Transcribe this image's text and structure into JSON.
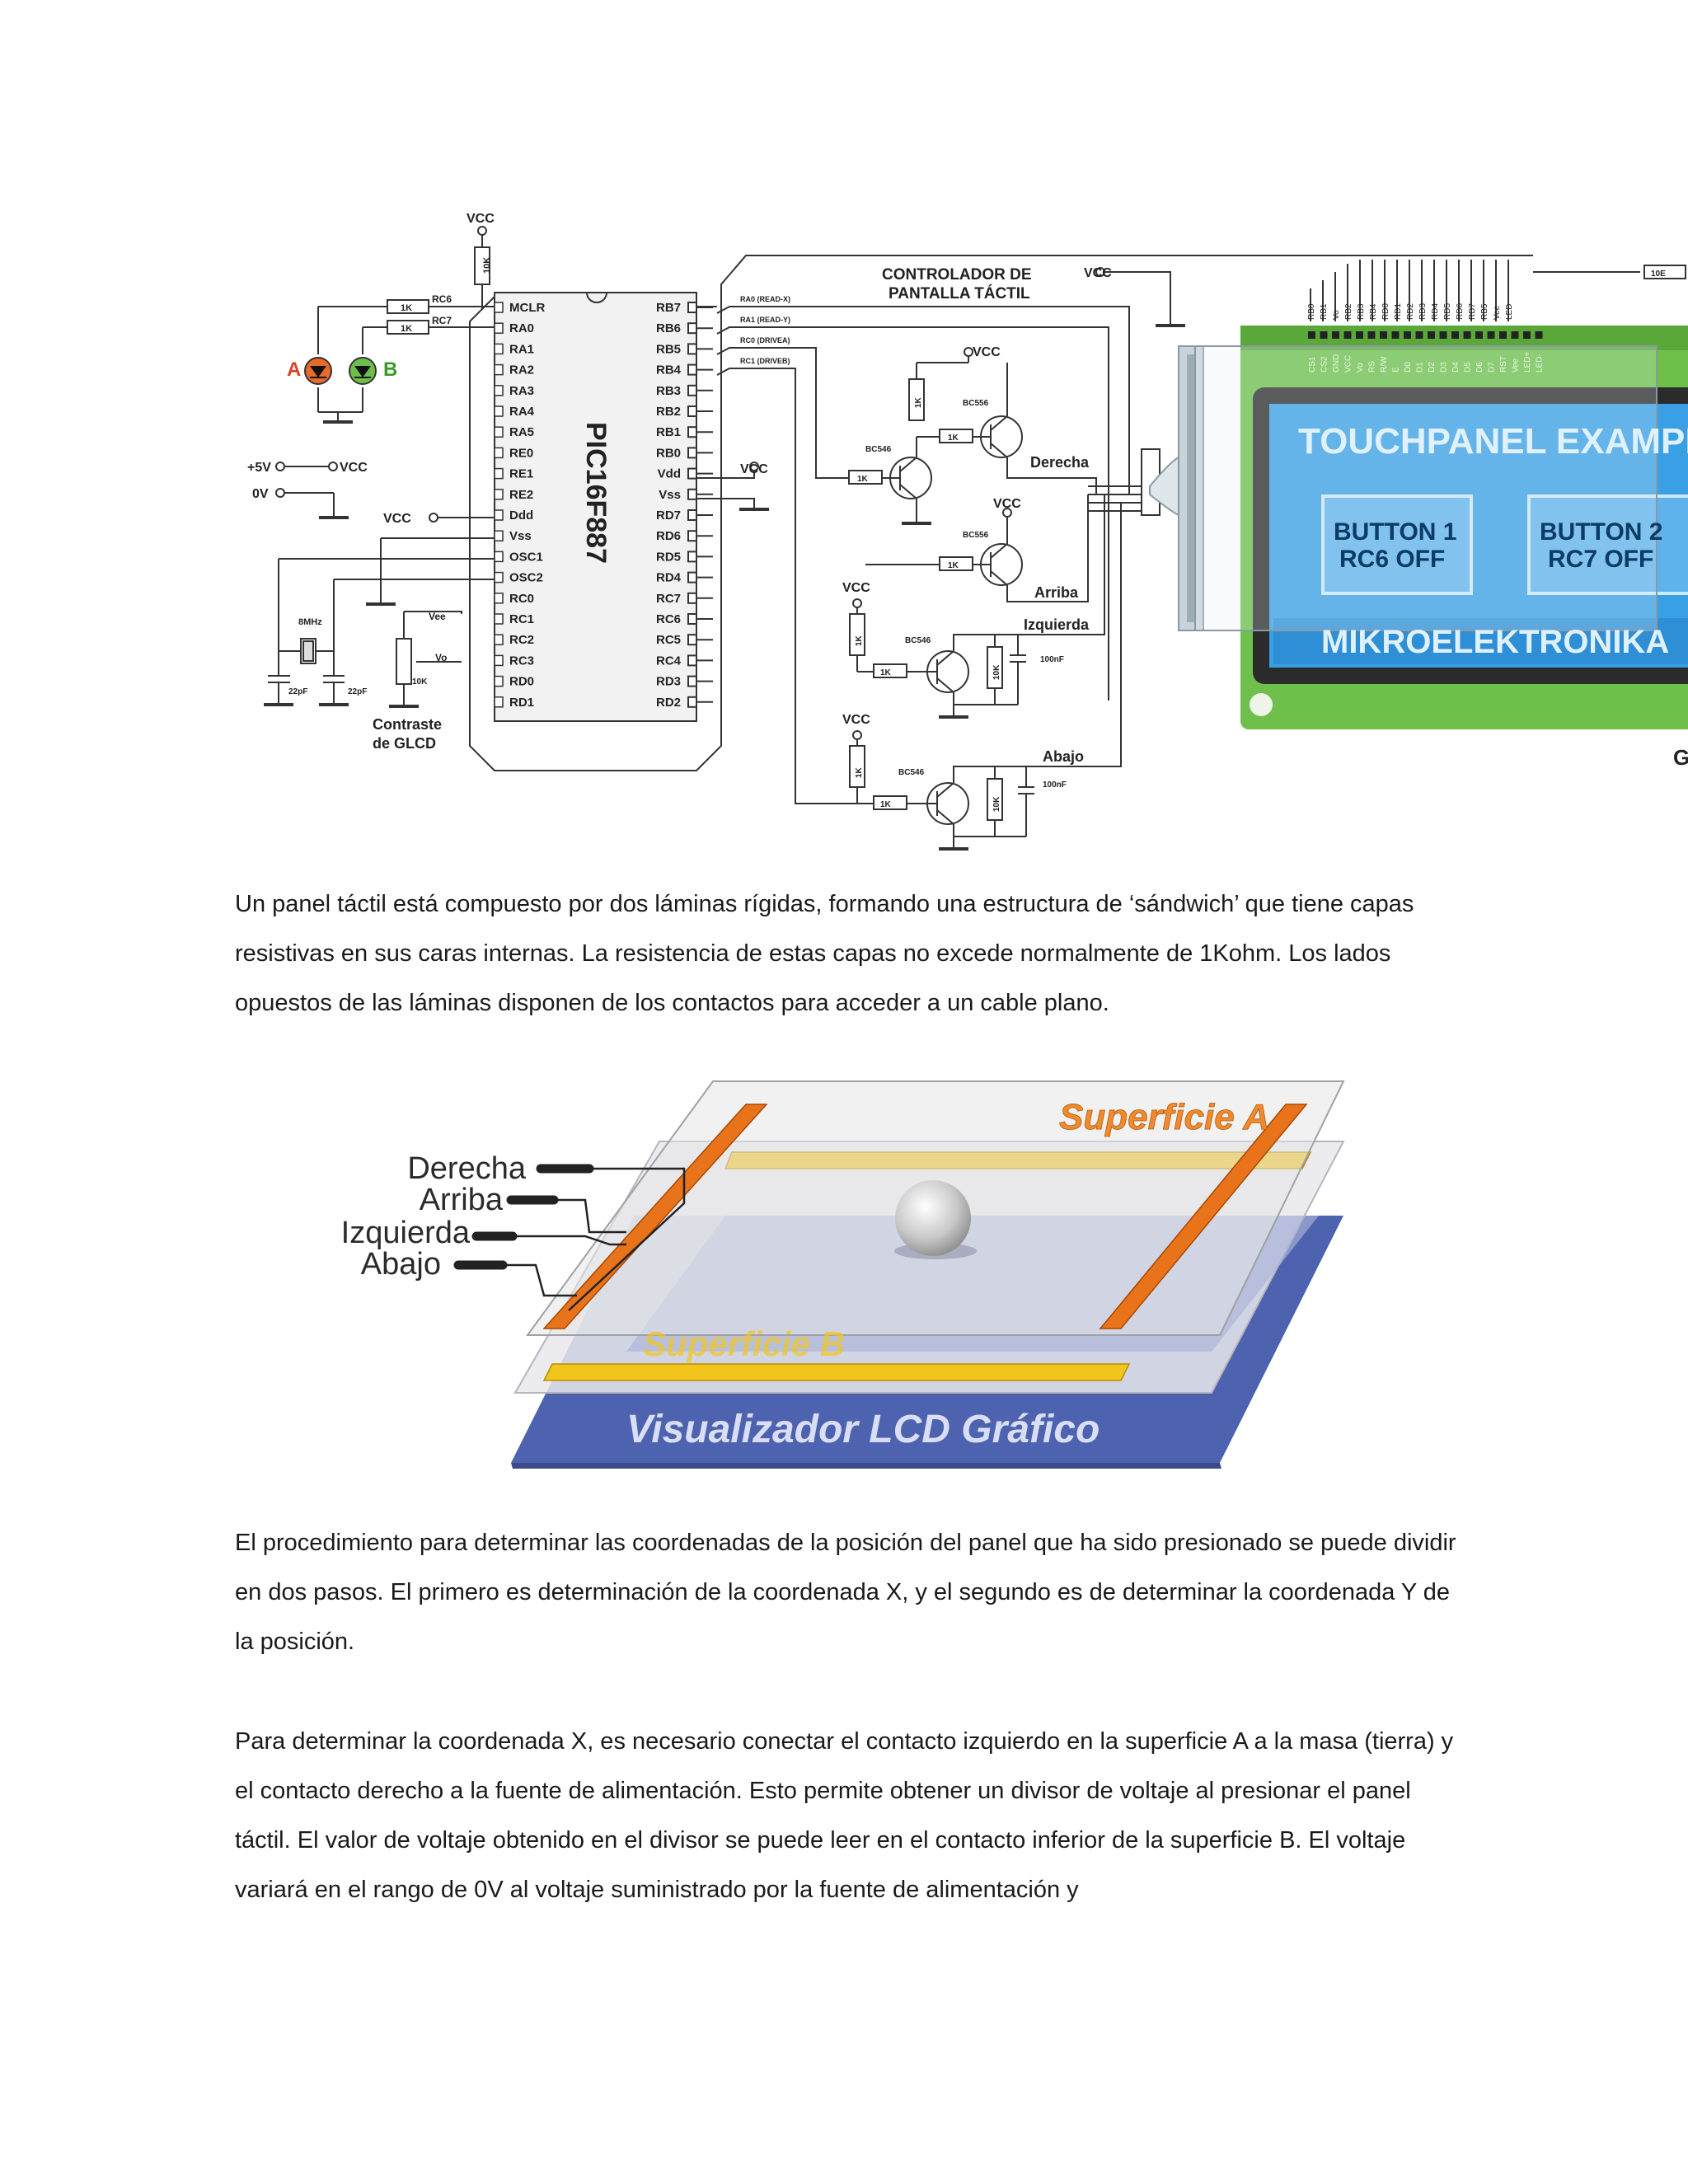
{
  "schematic": {
    "vcc": "VCC",
    "mcu": "PIC16F887",
    "left_pins": [
      "MCLR",
      "RA0",
      "RA1",
      "RA2",
      "RA3",
      "RA4",
      "RA5",
      "RE0",
      "RE1",
      "RE2",
      "Ddd",
      "Vss",
      "OSC1",
      "OSC2",
      "RC0",
      "RC1",
      "RC2",
      "RC3",
      "RD0",
      "RD1"
    ],
    "right_pins": [
      "RB7",
      "RB6",
      "RB5",
      "RB4",
      "RB3",
      "RB2",
      "RB1",
      "RB0",
      "Vdd",
      "Vss",
      "RD7",
      "RD6",
      "RD5",
      "RD4",
      "RC7",
      "RC6",
      "RC5",
      "RC4",
      "RD3",
      "RD2"
    ],
    "led_a": "A",
    "led_b": "B",
    "res_1k": "1K",
    "res_10k": "10K",
    "rc6": "RC6",
    "rc7": "RC7",
    "plus5v": "+5V",
    "zero_v": "0V",
    "crystal": "8MHz",
    "cap_22pf": "22pF",
    "vee": "Vee",
    "vo": "Vo",
    "contrast_line1": "Contraste",
    "contrast_line2": "de GLCD",
    "controller_line1": "CONTROLADOR DE",
    "controller_line2": "PANTALLA TÁCTIL",
    "sig_ra0": "RA0 (READ-X)",
    "sig_ra1": "RA1 (READ-Y)",
    "sig_rc0": "RC0 (DRIVEA)",
    "sig_rc1": "RC1 (DRIVEB)",
    "bc546": "BC546",
    "bc556": "BC556",
    "res_10k_v": "10K",
    "cap_100nf": "100nF",
    "derecha": "Derecha",
    "arriba": "Arriba",
    "izquierda": "Izquierda",
    "abajo": "Abajo",
    "res_10e": "10E",
    "glcd_title": "TOUCHPANEL EXAMPLE",
    "glcd_btn1_l1": "BUTTON 1",
    "glcd_btn1_l2": "RC6 OFF",
    "glcd_btn2_l1": "BUTTON 2",
    "glcd_btn2_l2": "RC7 OFF",
    "glcd_brand": "MIKROELEKTRONIKA",
    "glcd_pins": [
      "CS1",
      "CS2",
      "GND",
      "VCC",
      "Vo",
      "RS",
      "R/W",
      "E",
      "D0",
      "D1",
      "D2",
      "D3",
      "D4",
      "D5",
      "D6",
      "D7",
      "RST",
      "Vee",
      "LED+",
      "LED-"
    ],
    "port_pins": [
      "RB0",
      "RB1",
      "Vo",
      "RB2",
      "RB3",
      "RB4",
      "RD0",
      "RD1",
      "RD2",
      "RD3",
      "RD4",
      "RD5",
      "RD6",
      "RD7",
      "RB5",
      "Vee",
      "LED"
    ],
    "edge_letter": "G"
  },
  "paragraph1": "Un panel táctil está compuesto por dos láminas rígidas, formando una estructura de ‘sándwich’ que tiene capas resistivas en sus caras internas. La resistencia de estas capas no excede normalmente de 1Kohm. Los lados opuestos de las láminas disponen de los contactos para acceder a un cable plano.",
  "layers": {
    "derecha": "Derecha",
    "arriba": "Arriba",
    "izquierda": "Izquierda",
    "abajo": "Abajo",
    "surface_a": "Superficie A",
    "surface_b": "Superficie B",
    "lcd": "Visualizador LCD Gráfico"
  },
  "paragraph2": "El procedimiento para determinar las coordenadas de la posición del panel que ha sido presionado se puede dividir en dos pasos. El primero es determinación de la coordenada X, y el segundo es de determinar la coordenada Y de la posición.",
  "paragraph3": "Para determinar la coordenada X, es necesario conectar el contacto izquierdo en la superficie A a la masa (tierra) y el contacto derecho a la fuente de alimentación. Esto permite obtener un divisor de voltaje al presionar el panel táctil. El valor de voltaje obtenido en el divisor se puede leer en el contacto inferior de la superficie B. El voltaje variará en el rango de 0V al voltaje suministrado por la fuente de alimentación y",
  "colors": {
    "lcd_blue": "#3aa0e6",
    "pcb_green": "#6ec04a",
    "electrode_orange": "#e8731a",
    "electrode_yellow": "#f2c51c",
    "lcd_layer": "#5b6fb8"
  }
}
